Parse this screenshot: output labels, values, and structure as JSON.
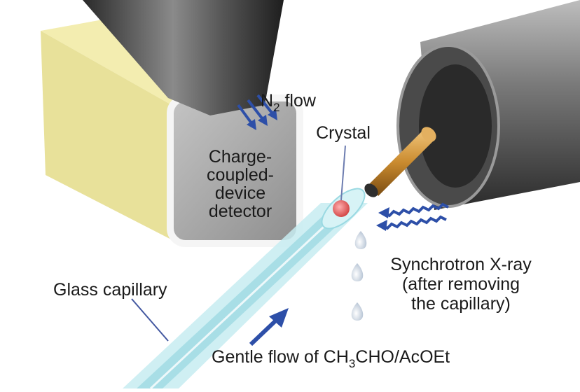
{
  "labels": {
    "n2_flow": {
      "prefix": "N",
      "sub": "2",
      "suffix": " flow"
    },
    "crystal": "Crystal",
    "detector_lines": [
      "Charge-",
      "coupled-",
      "device",
      "detector"
    ],
    "synchrotron_lines": [
      "Synchrotron X-ray",
      "(after removing",
      "the capillary)"
    ],
    "glass_capillary": "Glass capillary",
    "gentle_flow": {
      "prefix": "Gentle flow of CH",
      "sub": "3",
      "suffix": "CHO/AcOEt"
    }
  },
  "colors": {
    "detector_face": "#a9a9a9",
    "detector_side": "#ece6a0",
    "capillary": "#aee3ea",
    "crystal": "#e06060",
    "arrow_blue": "#2d4fa8",
    "nozzle": "#c98a2e",
    "cone_dark": "#3a3a3a"
  }
}
